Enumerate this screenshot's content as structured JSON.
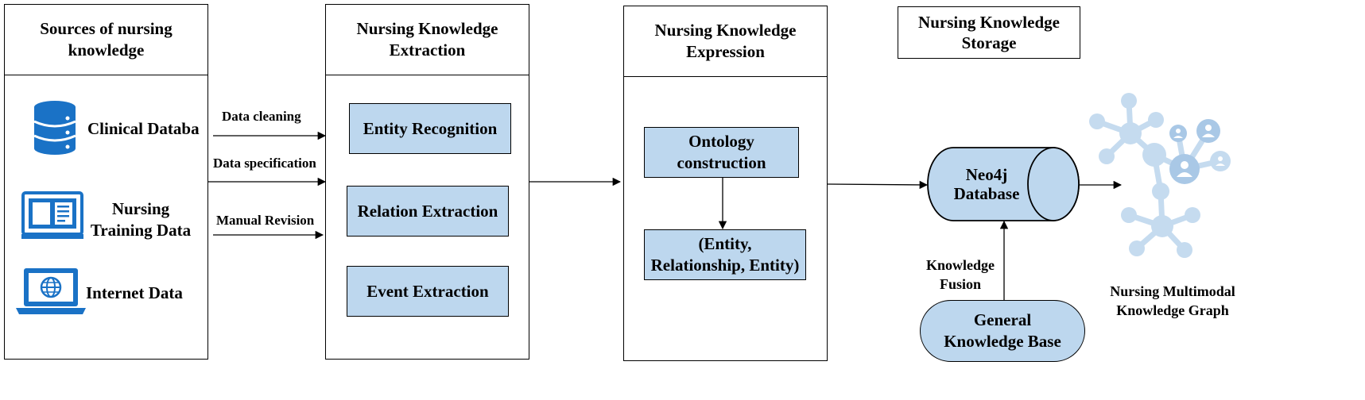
{
  "sources": {
    "title": "Sources of nursing\nknowledge",
    "items": [
      {
        "label": "Clinical Databa",
        "icon": "database-icon"
      },
      {
        "label": "Nursing\nTraining Data",
        "icon": "book-screen-icon"
      },
      {
        "label": "Internet Data",
        "icon": "laptop-globe-icon"
      }
    ]
  },
  "flows": {
    "cleaning": "Data cleaning",
    "specification": "Data specification",
    "revision": "Manual Revision"
  },
  "extraction": {
    "title": "Nursing Knowledge\nExtraction",
    "steps": [
      "Entity Recognition",
      "Relation Extraction",
      "Event Extraction"
    ]
  },
  "expression": {
    "title": "Nursing Knowledge\nExpression",
    "ontology": "Ontology\nconstruction",
    "triple": "(Entity,\nRelationship, Entity)"
  },
  "storage": {
    "title": "Nursing Knowledge\nStorage",
    "database": "Neo4j\nDatabase",
    "fusion": "Knowledge\nFusion",
    "general_kb": "General\nKnowledge Base",
    "graph_caption": "Nursing Multimodal\nKnowledge Graph",
    "graph_icon": "knowledge-graph-icon"
  },
  "colors": {
    "box_fill": "#bdd7ee",
    "icon_blue": "#1a72c6",
    "graph_light": "#c5dbef",
    "graph_dark": "#a9c8e6"
  }
}
